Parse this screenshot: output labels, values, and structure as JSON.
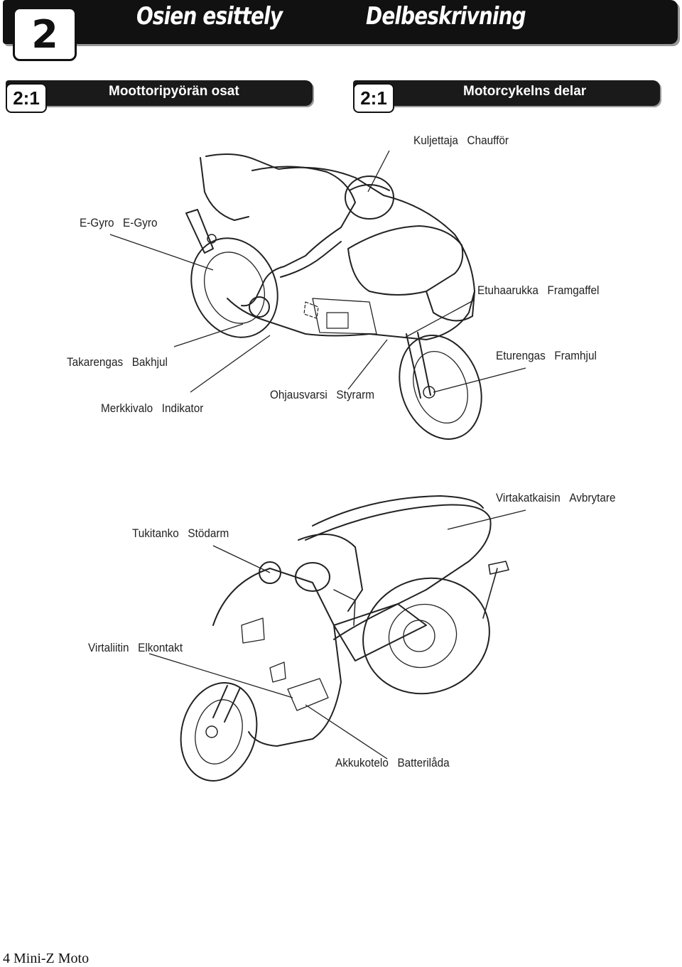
{
  "header": {
    "chapter": "2",
    "title_fi": "Osien esittely",
    "title_sv": "Delbeskrivning"
  },
  "sections": [
    {
      "number": "2:1",
      "title": "Moottoripyörän osat"
    },
    {
      "number": "2:1",
      "title": "Motorcykelns delar"
    }
  ],
  "labels": {
    "rider": {
      "fi": "Kuljettaja",
      "sv": "Chaufför"
    },
    "egyro": {
      "fi": "E-Gyro",
      "sv": "E-Gyro"
    },
    "front_fork": {
      "fi": "Etuhaarukka",
      "sv": "Framgaffel"
    },
    "rear_wheel": {
      "fi": "Takarengas",
      "sv": "Bakhjul"
    },
    "front_wheel": {
      "fi": "Eturengas",
      "sv": "Framhjul"
    },
    "indicator": {
      "fi": "Merkkivalo",
      "sv": "Indikator"
    },
    "steering_arm": {
      "fi": "Ohjausvarsi",
      "sv": "Styrarm"
    },
    "power_switch": {
      "fi": "Virtakatkaisin",
      "sv": "Avbrytare"
    },
    "support_arm": {
      "fi": "Tukitanko",
      "sv": "Stödarm"
    },
    "power_connector": {
      "fi": "Virtaliitin",
      "sv": "Elkontakt"
    },
    "battery_box": {
      "fi": "Akkukotelo",
      "sv": "Batterilåda"
    }
  },
  "footer": {
    "page": "4 Mini-Z Moto"
  }
}
